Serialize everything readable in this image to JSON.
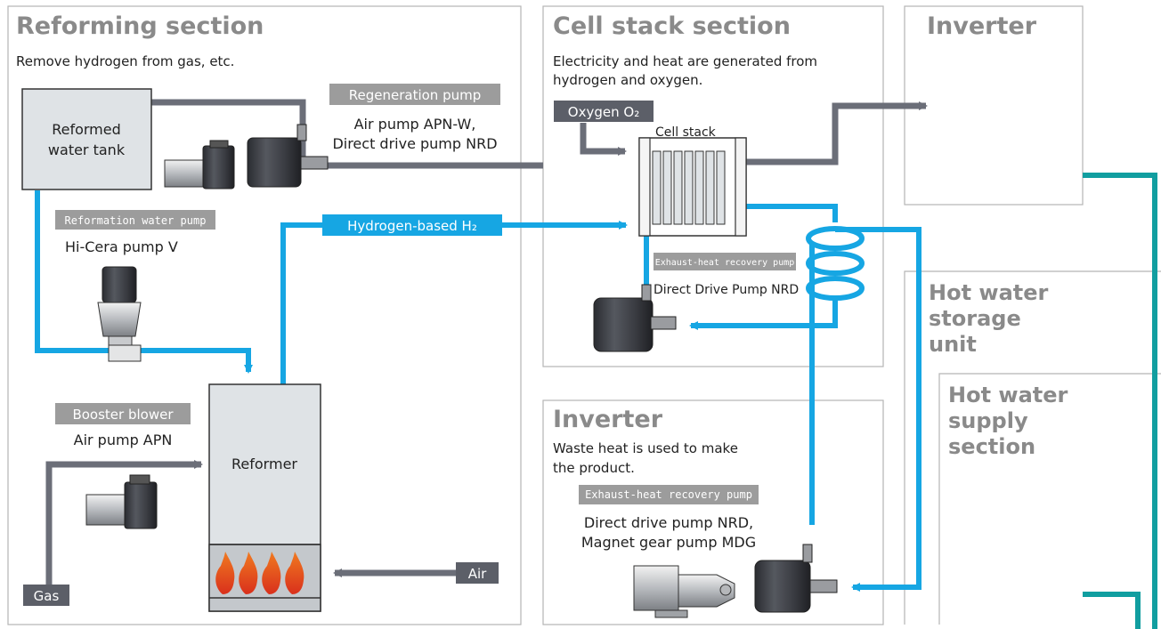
{
  "panels": {
    "reforming": {
      "title": "Reforming section",
      "description": "Remove hydrogen from gas, etc."
    },
    "cell_stack": {
      "title": "Cell stack section",
      "description_line1": "Electricity and heat are generated from",
      "description_line2": "hydrogen and oxygen."
    },
    "inverter_top": {
      "title": "Inverter"
    },
    "inverter_mid": {
      "title": "Inverter",
      "description_line1": "Waste heat is used to make",
      "description_line2": "the product."
    },
    "hot_water_storage": {
      "title_line1": "Hot water",
      "title_line2": "storage",
      "title_line3": "unit"
    },
    "hot_water_supply": {
      "title_line1": "Hot water",
      "title_line2": "supply",
      "title_line3": "section"
    }
  },
  "components": {
    "reformed_tank_line1": "Reformed",
    "reformed_tank_line2": "water tank",
    "reformer": "Reformer",
    "cell_stack": "Cell stack"
  },
  "tags": {
    "regeneration_pump": "Regeneration pump",
    "reformation_water_pump": "Reformation water pump",
    "hydrogen": "Hydrogen-based H₂",
    "oxygen": "Oxygen O₂",
    "booster_blower": "Booster blower",
    "gas": "Gas",
    "air": "Air",
    "exhaust_heat_cell": "Exhaust-heat recovery pump",
    "exhaust_heat_inverter": "Exhaust-heat recovery pump"
  },
  "labels": {
    "regen_line1": "Air pump APN-W,",
    "regen_line2": "Direct drive pump NRD",
    "hi_cera": "Hi-Cera pump V",
    "air_pump_apn": "Air pump APN",
    "direct_drive_cell": "Direct Drive Pump NRD",
    "inverter_pump_line1": "Direct drive pump NRD,",
    "inverter_pump_line2": "Magnet gear pump MDG"
  },
  "colors": {
    "gray_line": "#6b6e78",
    "blue_line": "#16a6e3",
    "teal_line": "#119ea0",
    "tag_gray": "#9c9c9c",
    "tag_dark": "#5c5f68",
    "tag_blue": "#16a6e3",
    "panel_border": "#b5b5b5",
    "box_fill": "#dfe3e6",
    "flame": "#e8441f"
  }
}
